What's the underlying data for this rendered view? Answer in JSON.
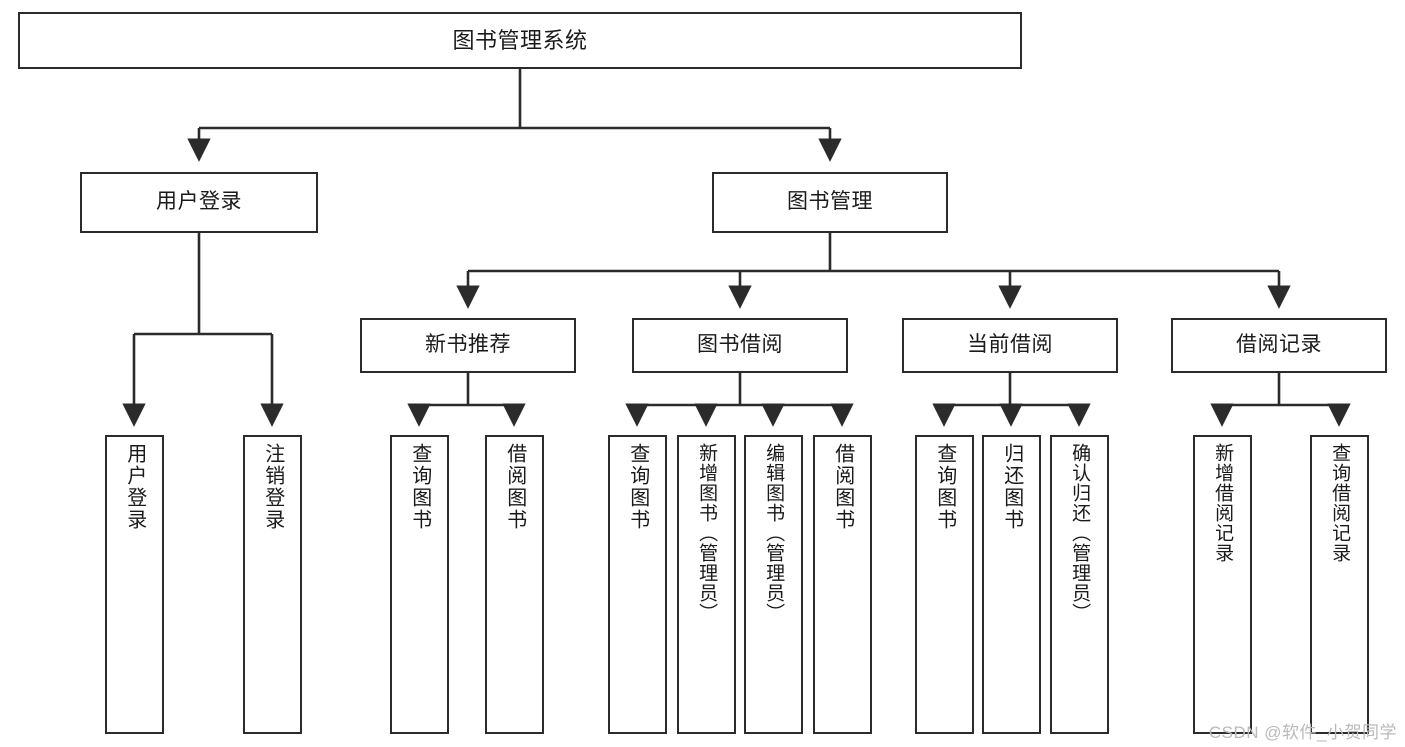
{
  "diagram": {
    "title": "图书管理系统",
    "type": "tree-hierarchy-diagram",
    "colors": {
      "stroke": "#2b2b2b",
      "fill": "#ffffff",
      "text": "#1a1a1a",
      "watermark": "#b9b9b9"
    },
    "root": {
      "label": "图书管理系统"
    },
    "level2": [
      {
        "label": "用户登录"
      },
      {
        "label": "图书管理"
      }
    ],
    "level3": [
      {
        "label": "新书推荐"
      },
      {
        "label": "图书借阅"
      },
      {
        "label": "当前借阅"
      },
      {
        "label": "借阅记录"
      }
    ],
    "leaves": {
      "user_login": [
        {
          "label": "用户登录"
        },
        {
          "label": "注销登录"
        }
      ],
      "new_book_recommend": [
        {
          "label": "查询图书"
        },
        {
          "label": "借阅图书"
        }
      ],
      "book_borrow": [
        {
          "label": "查询图书"
        },
        {
          "label": "新增图书（管理员）"
        },
        {
          "label": "编辑图书（管理员）"
        },
        {
          "label": "借阅图书"
        }
      ],
      "current_borrow": [
        {
          "label": "查询图书"
        },
        {
          "label": "归还图书"
        },
        {
          "label": "确认归还（管理员）"
        }
      ],
      "borrow_record": [
        {
          "label": "新增借阅记录"
        },
        {
          "label": "查询借阅记录"
        }
      ]
    },
    "watermark": "CSDN @软件_小贺同学"
  }
}
